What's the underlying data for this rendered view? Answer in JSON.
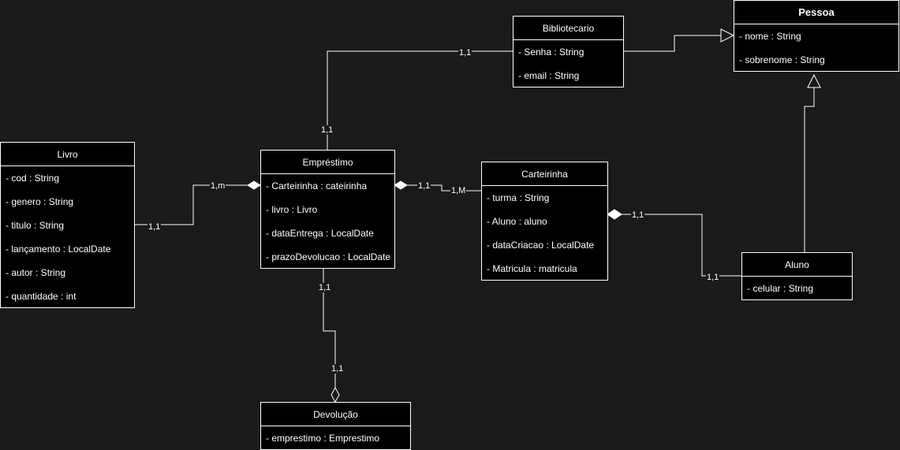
{
  "classes": {
    "pessoa": {
      "name": "Pessoa",
      "attrs": [
        "- nome : String",
        "- sobrenome : String"
      ]
    },
    "bibliotecario": {
      "name": "Bibliotecario",
      "attrs": [
        "- Senha : String",
        "- email : String"
      ]
    },
    "livro": {
      "name": "Livro",
      "attrs": [
        "- cod :  String",
        "- genero : String",
        "- titulo : String",
        "- lançamento : LocalDate",
        "- autor : String",
        "- quantidade : int"
      ]
    },
    "emprestimo": {
      "name": "Empréstimo",
      "attrs": [
        "- Carteirinha : cateirinha",
        "- livro : Livro",
        "- dataEntrega : LocalDate",
        "- prazoDevolucao : LocalDate"
      ]
    },
    "carteirinha": {
      "name": "Carteirinha",
      "attrs": [
        "- turma : String",
        "- Aluno : aluno",
        "- dataCriacao : LocalDate",
        "- Matricula : matricula"
      ]
    },
    "aluno": {
      "name": "Aluno",
      "attrs": [
        "- celular : String"
      ]
    },
    "devolucao": {
      "name": "Devolução",
      "attrs": [
        "- emprestimo : Emprestimo"
      ]
    }
  },
  "multiplicities": {
    "bib_emp_top": "1,1",
    "bib_emp_bottom": "1,1",
    "livro_emp_livro": "1,1",
    "livro_emp_emp": "1,m",
    "emp_cart_emp": "1,1",
    "emp_cart_cart": "1,M",
    "cart_aluno_cart": "1,1",
    "cart_aluno_aluno": "1,1",
    "emp_dev_top": "1,1",
    "emp_dev_bottom": "1,1"
  }
}
